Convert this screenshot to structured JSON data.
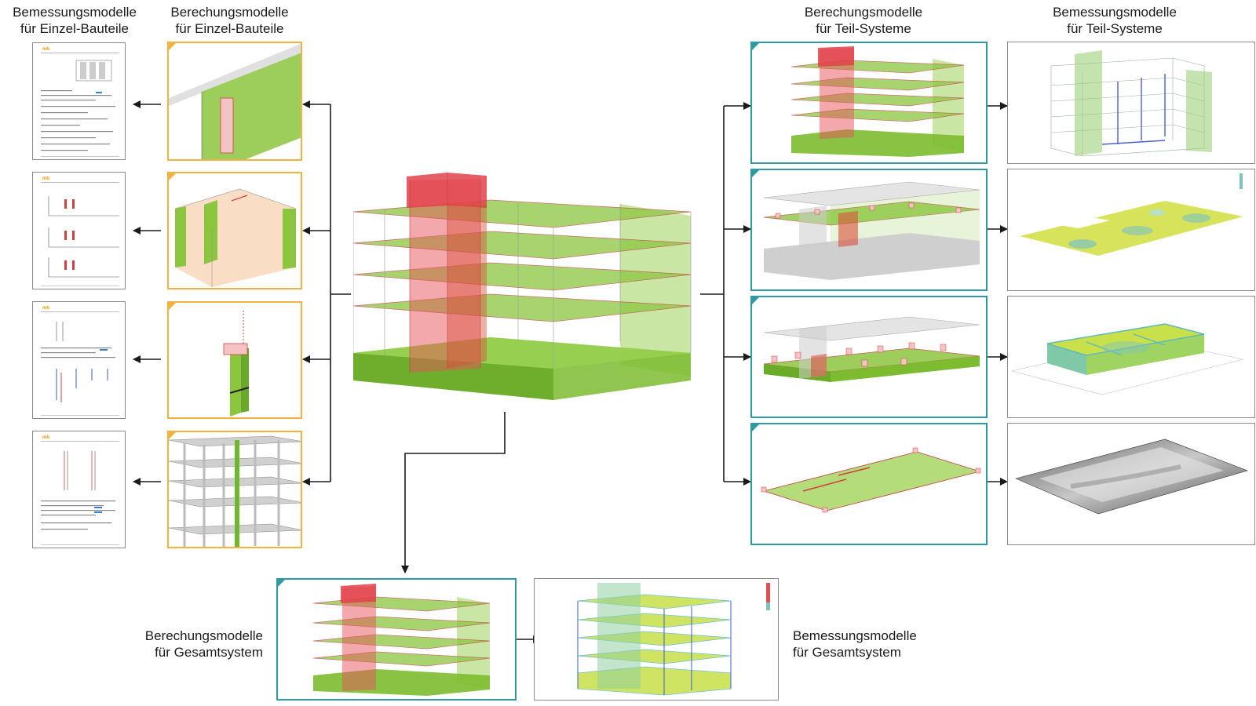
{
  "headings": {
    "design_components": [
      "Bemessungsmodelle",
      "für Einzel-Bauteile"
    ],
    "calc_components": [
      "Berechungsmodelle",
      "für Einzel-Bauteile"
    ],
    "calc_subsystems": [
      "Berechungsmodelle",
      "für Teil-Systeme"
    ],
    "design_subsystems": [
      "Bemessungsmodelle",
      "für Teil-Systeme"
    ],
    "calc_overall": [
      "Berechungsmodelle",
      "für Gesamtsystem"
    ],
    "design_overall": [
      "Bemessungsmodelle",
      "für Gesamtsystem"
    ]
  },
  "colors": {
    "slab_green": "#8cc63f",
    "core_red": "#e8525a",
    "calc_component_border": "#f0b340",
    "calc_subsystem_border": "#2e9aa2",
    "design_border": "#8a8a8a",
    "arrow": "#1a1a1a"
  }
}
